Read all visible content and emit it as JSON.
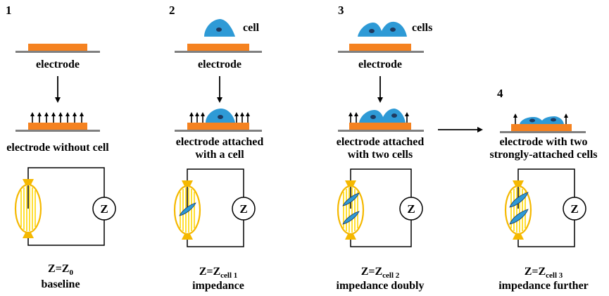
{
  "colors": {
    "electrode": "#F58220",
    "substrate": "#808080",
    "cell": "#2E9AD6",
    "nucleus": "#1F3A60",
    "chip": "#FFD700",
    "chip_dark": "#F5B800",
    "line": "#000000"
  },
  "panels": [
    {
      "number": "1",
      "cell_count": 0,
      "top_label": "",
      "electrode_label": "electrode",
      "attached_label_1": "electrode without cell",
      "attached_label_2": "",
      "z_main": "Z=Z",
      "z_sub": "0",
      "desc": "baseline",
      "meter": "Z"
    },
    {
      "number": "2",
      "cell_count": 1,
      "top_label": "cell",
      "electrode_label": "electrode",
      "attached_label_1": "electrode attached",
      "attached_label_2": "with a cell",
      "z_main": "Z=Z",
      "z_sub": "cell 1",
      "desc": "impedance",
      "meter": "Z"
    },
    {
      "number": "3",
      "cell_count": 2,
      "top_label": "cells",
      "electrode_label": "electrode",
      "attached_label_1": "electrode attached",
      "attached_label_2": "with two cells",
      "z_main": "Z=Z",
      "z_sub": "cell 2",
      "desc": "impedance doubly",
      "meter": "Z"
    },
    {
      "number": "4",
      "cell_count": 2,
      "top_label": "",
      "electrode_label": "",
      "attached_label_1": "electrode  with two",
      "attached_label_2": "strongly-attached cells",
      "z_main": "Z=Z",
      "z_sub": "cell 3",
      "desc": "impedance further",
      "meter": "Z"
    }
  ]
}
